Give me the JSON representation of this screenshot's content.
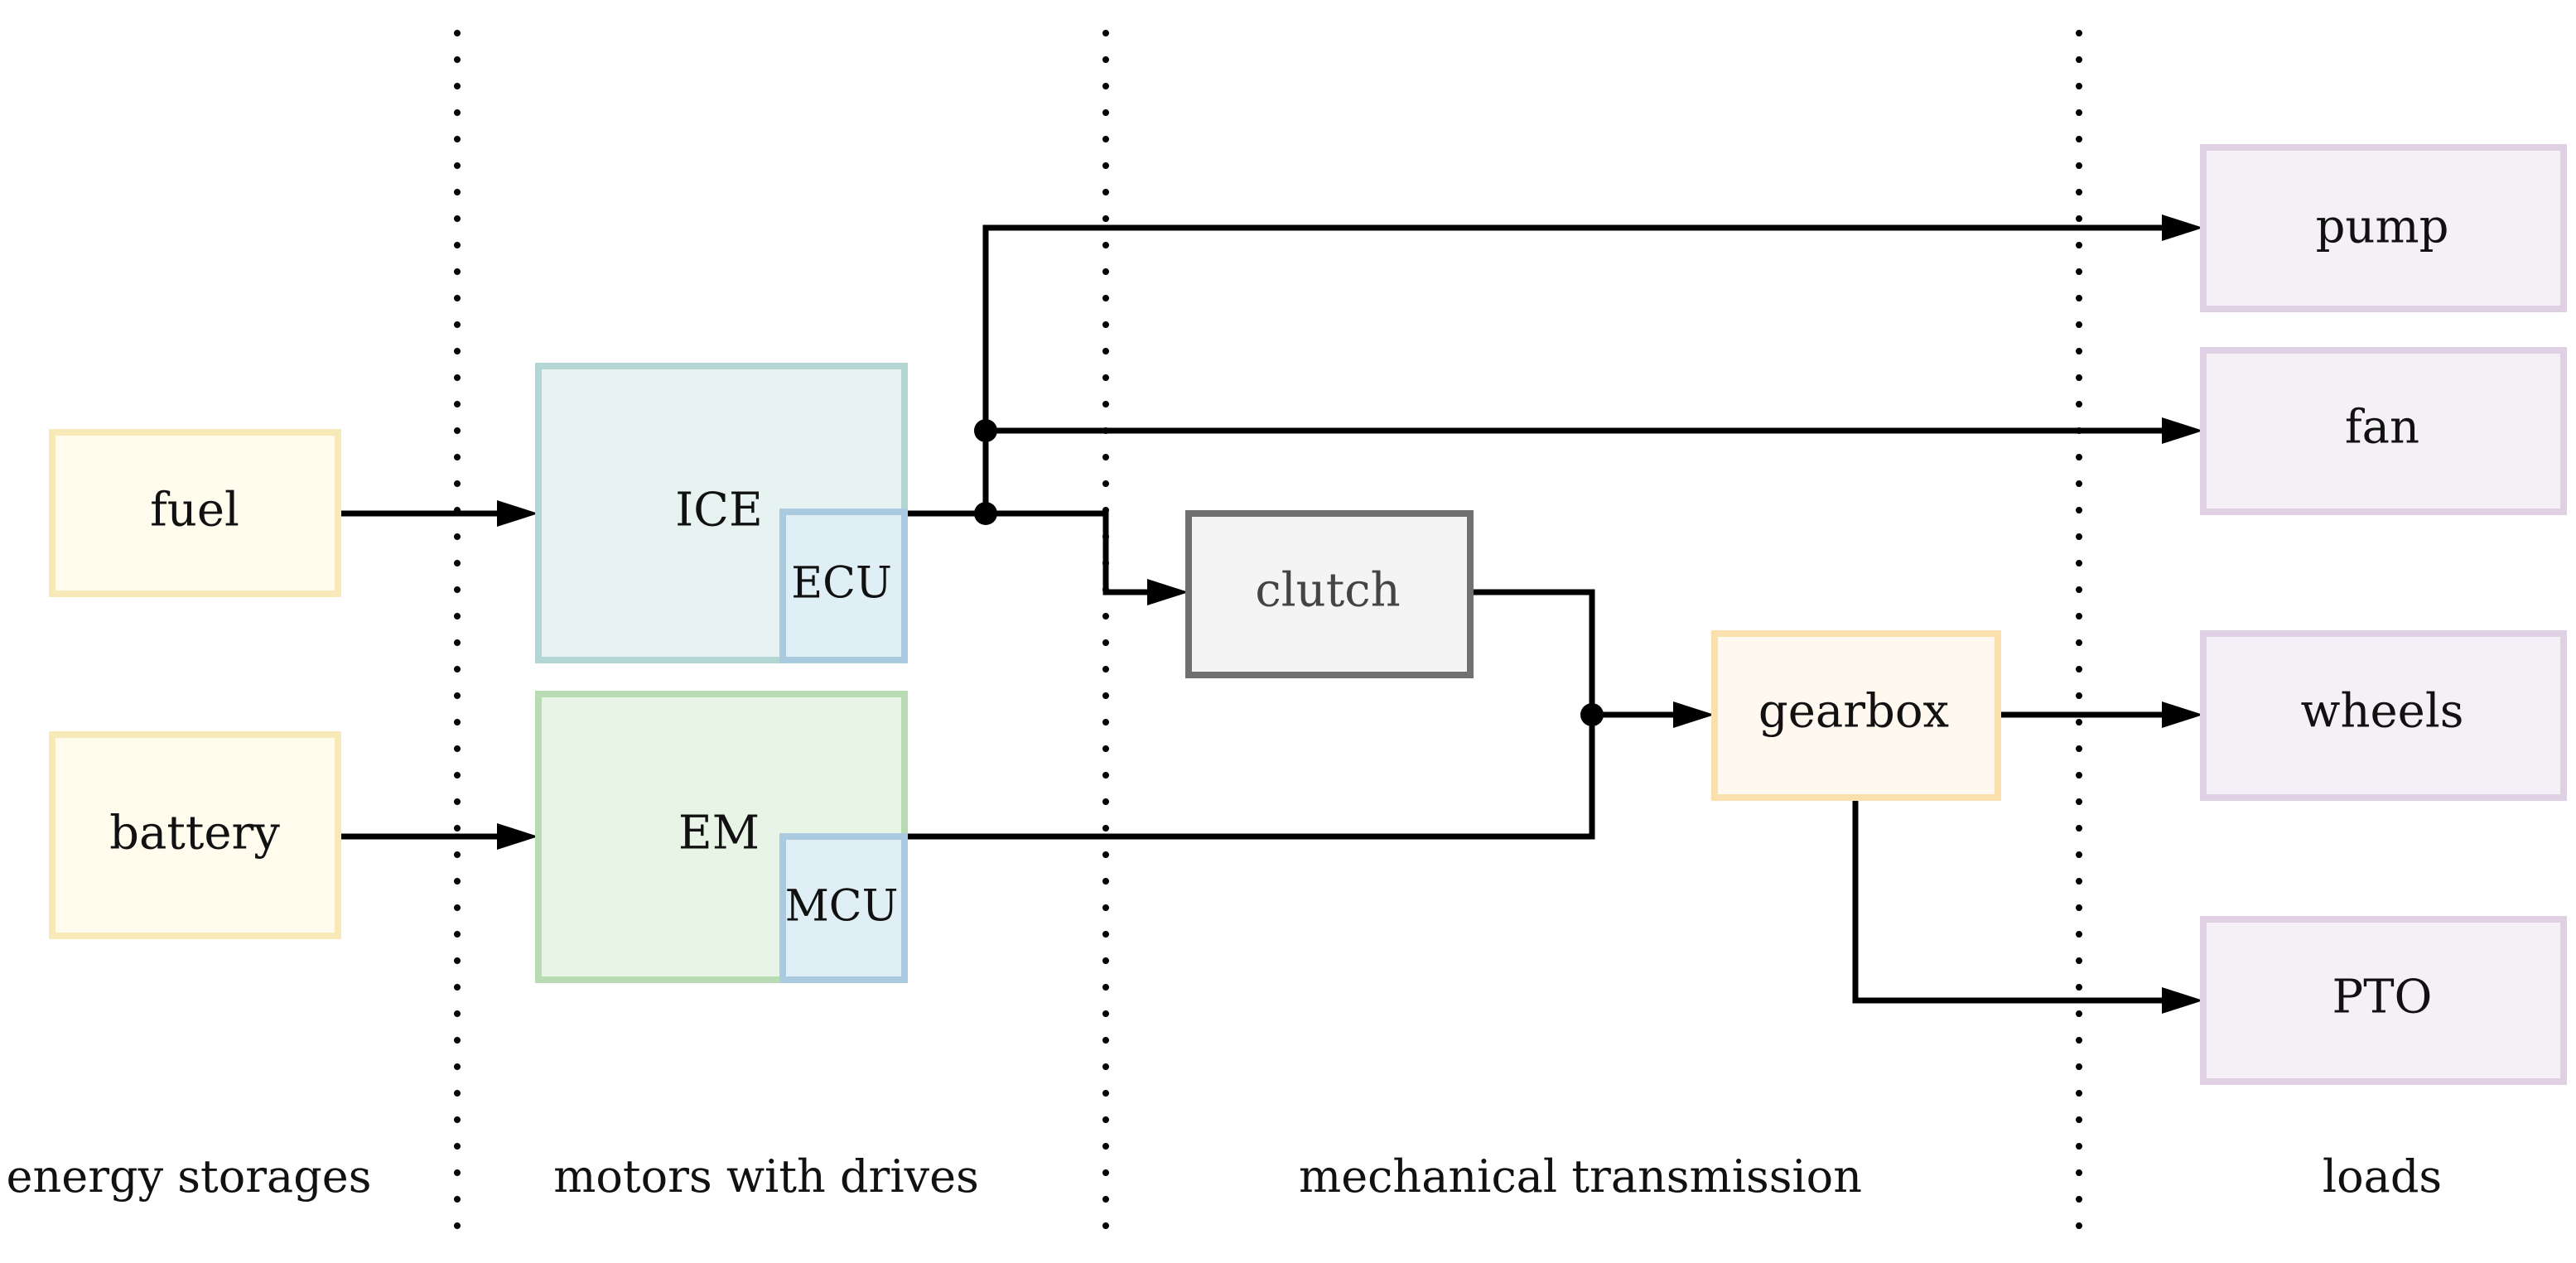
{
  "sections": {
    "energy": "energy storages",
    "motors": "motors with drives",
    "transmission": "mechanical transmission",
    "loads": "loads"
  },
  "nodes": {
    "fuel": "fuel",
    "battery": "battery",
    "ice": "ICE",
    "ecu": "ECU",
    "em": "EM",
    "mcu": "MCU",
    "clutch": "clutch",
    "gearbox": "gearbox",
    "pump": "pump",
    "fan": "fan",
    "wheels": "wheels",
    "pto": "PTO"
  },
  "colors": {
    "storage_fill": "#fffcee",
    "storage_stroke": "#f8e9b8",
    "ice_fill": "#e6f3f0",
    "ice_stroke": "#b3d5d3",
    "em_fill": "#e8f4e6",
    "em_stroke": "#b9dbb3",
    "ctrl_fill": "#e0eef5",
    "ctrl_stroke": "#a9cadf",
    "clutch_fill": "#f4f4f4",
    "clutch_stroke": "#707070",
    "gearbox_fill": "#fff8ee",
    "gearbox_stroke": "#fbe0ad",
    "load_fill": "#f5f0f6",
    "load_stroke": "#e0d0e3",
    "line": "#000000"
  }
}
